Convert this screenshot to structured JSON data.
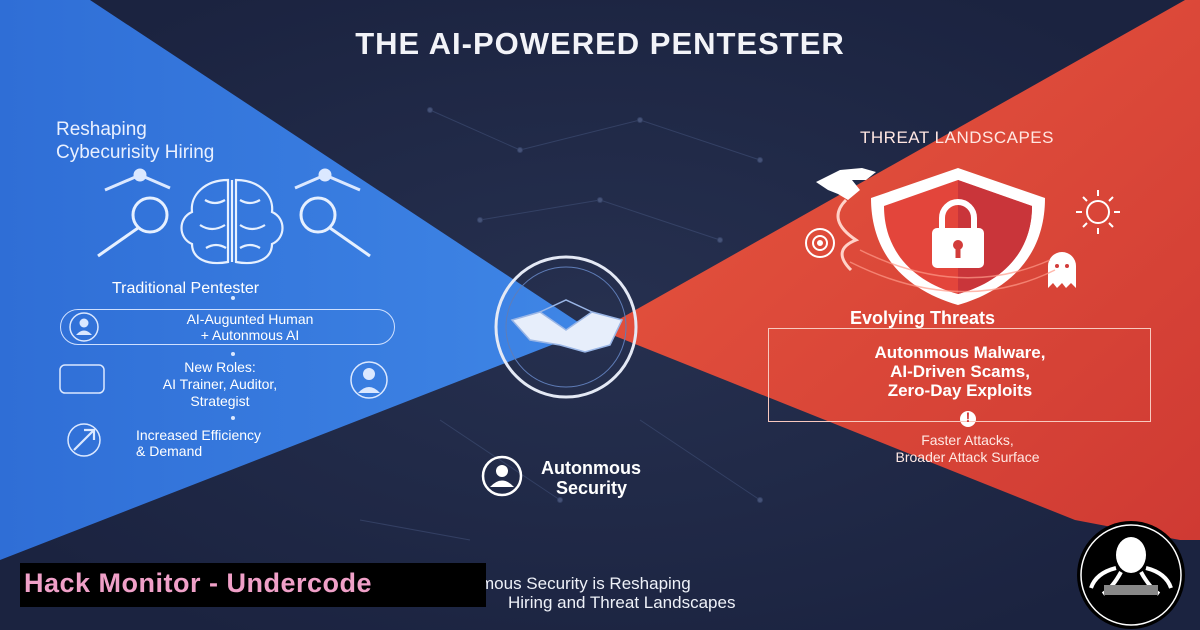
{
  "title": "THE AI-POWERED PENTESTER",
  "left": {
    "heading": [
      "Reshaping",
      "Cybecurisity Hiring"
    ],
    "section_label": "Traditional Pentester",
    "items": [
      {
        "lines": [
          "AI-Augunted Human",
          "+ Autonmous AI"
        ],
        "icon": "person-icon"
      },
      {
        "lines": [
          "New Roles:",
          "AI Trainer, Auditor,",
          "Strategist"
        ],
        "icon": "business-person-icon"
      },
      {
        "lines": [
          "Increased Efficiency",
          "& Demand"
        ],
        "icon": "arrow-up-right-icon"
      }
    ]
  },
  "right": {
    "heading": "THREAT LANDSCAPES",
    "section_label": "Evolying Threats",
    "list": [
      "Autonmous Malware,",
      "AI-Driven Scams,",
      "Zero-Day Exploits"
    ],
    "alert": "!",
    "footer": [
      "Faster Attacks,",
      "Broader Attack Surface"
    ]
  },
  "center": {
    "label": [
      "Autonmous",
      "Security"
    ]
  },
  "bottom_caption": [
    "mous Security is Reshaping",
    "Hiring and Threat Landscapes"
  ],
  "banner": {
    "text": "Hack Monitor - Undercode"
  },
  "colors": {
    "left_panel": "#3a78d8",
    "right_panel": "#e0453a",
    "center_bg": "#1f2744",
    "banner_text": "#f0a0c8"
  },
  "icons": [
    "brain-icon",
    "robot-arm-icon",
    "magnifier-icon",
    "handshake-icon",
    "shield-lock-icon",
    "dragon-icon",
    "ghost-icon",
    "virus-icon",
    "target-icon",
    "octopus-logo"
  ]
}
